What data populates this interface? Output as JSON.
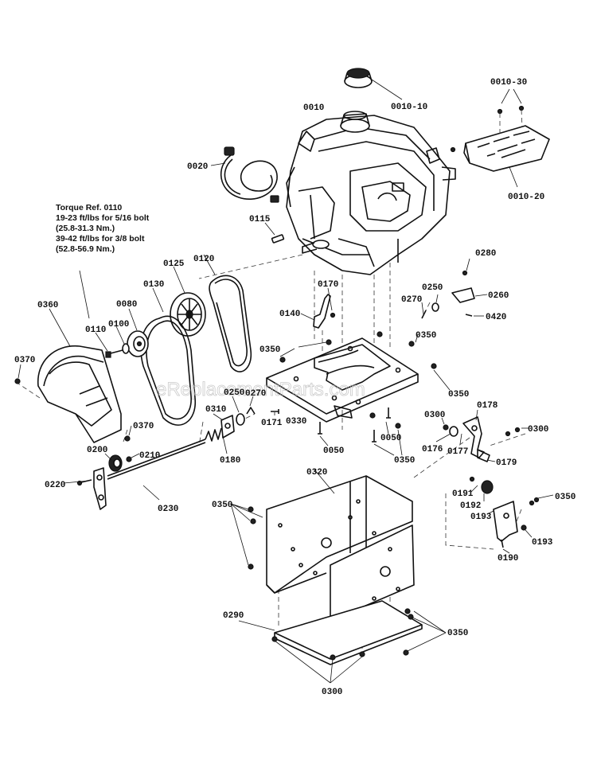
{
  "watermark": "eReplacementParts.com",
  "torque_note": {
    "line1": "Torque Ref. 0110",
    "line2": "19-23 ft/lbs for 5/16 bolt",
    "line3": "(25.8-31.3 Nm.)",
    "line4": "39-42 ft/lbs for 3/8 bolt",
    "line5": "(52.8-56.9 Nm.)"
  },
  "labels": {
    "p0010": "0010",
    "p0010_10": "0010-10",
    "p0010_20": "0010-20",
    "p0010_30": "0010-30",
    "p0020": "0020",
    "p0050": "0050",
    "p0050b": "0050",
    "p0080": "0080",
    "p0100": "0100",
    "p0110": "0110",
    "p0115": "0115",
    "p0120": "0120",
    "p0125": "0125",
    "p0130": "0130",
    "p0140": "0140",
    "p0170": "0170",
    "p0171": "0171",
    "p0176": "0176",
    "p0177": "0177",
    "p0178": "0178",
    "p0179": "0179",
    "p0180": "0180",
    "p0190": "0190",
    "p0191": "0191",
    "p0192": "0192",
    "p0193a": "0193",
    "p0193b": "0193",
    "p0200": "0200",
    "p0210": "0210",
    "p0220": "0220",
    "p0230": "0230",
    "p0250a": "0250",
    "p0250b": "0250",
    "p0260": "0260",
    "p0270a": "0270",
    "p0270b": "0270",
    "p0280": "0280",
    "p0290": "0290",
    "p0300a": "0300",
    "p0300b": "0300",
    "p0300c": "0300",
    "p0310": "0310",
    "p0320": "0320",
    "p0330": "0330",
    "p0350a": "0350",
    "p0350b": "0350",
    "p0350c": "0350",
    "p0350d": "0350",
    "p0350e": "0350",
    "p0350f": "0350",
    "p0350g": "0350",
    "p0360": "0360",
    "p0370a": "0370",
    "p0370b": "0370",
    "p0420": "0420"
  }
}
